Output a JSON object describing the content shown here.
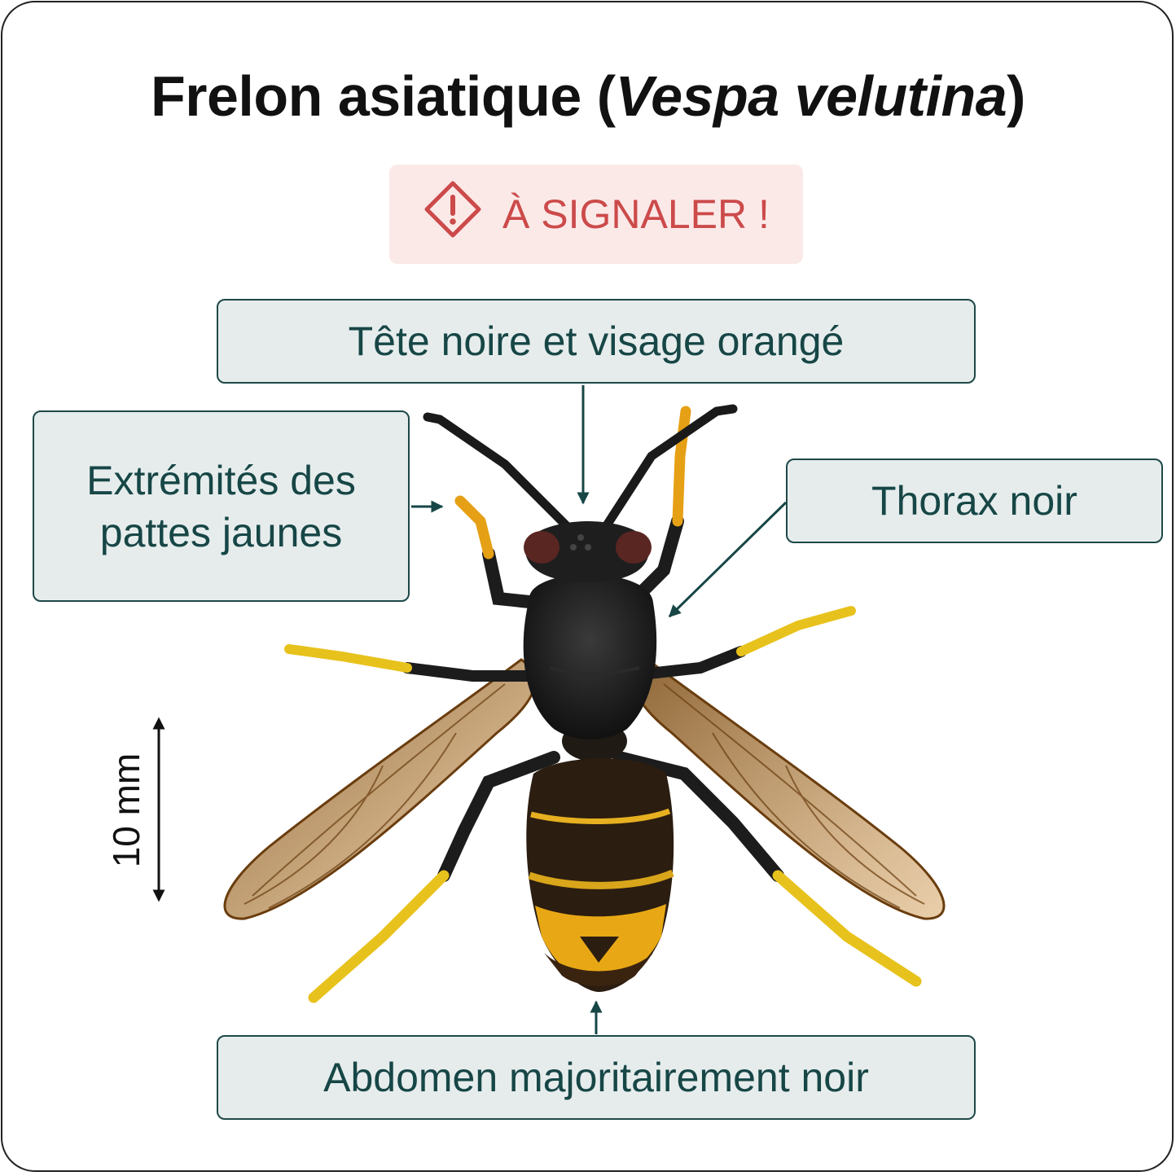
{
  "title": {
    "main": "Frelon asiatique (",
    "italic": "Vespa velutina",
    "end": ")"
  },
  "badge": {
    "text": "À SIGNALER !",
    "icon": "warning-diamond-icon",
    "color": "#cc4a4a",
    "background": "#fbe9e8"
  },
  "labels": {
    "head": "Tête noire et visage orangé",
    "legs": "Extrémités des pattes jaunes",
    "thorax": "Thorax noir",
    "abdomen": "Abdomen majoritairement noir"
  },
  "scale": {
    "text": "10 mm"
  },
  "colors": {
    "label_bg": "#e6ecec",
    "label_border": "#1e4848",
    "label_text": "#174646"
  }
}
